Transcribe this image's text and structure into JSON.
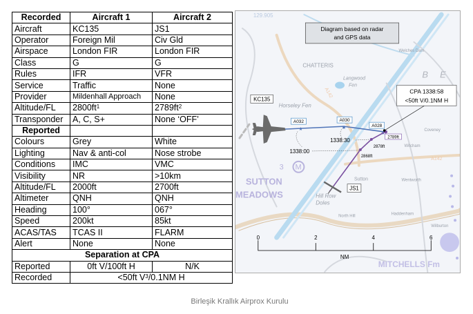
{
  "table": {
    "header": [
      "Recorded",
      "Aircraft 1",
      "Aircraft 2"
    ],
    "recorded_rows": [
      [
        "Aircraft",
        "KC135",
        "JS1"
      ],
      [
        "Operator",
        "Foreign Mil",
        "Civ Gld"
      ],
      [
        "Airspace",
        "London FIR",
        "London FIR"
      ],
      [
        "Class",
        "G",
        "G"
      ],
      [
        "Rules",
        "IFR",
        "VFR"
      ],
      [
        "Service",
        "Traffic",
        "None"
      ],
      [
        "Provider",
        "Mildenhall Approach",
        "None"
      ],
      [
        "Altitude/FL",
        "2800ft",
        "2789ft"
      ],
      [
        "Transponder",
        "A, C, S+",
        "None   ‘OFF’"
      ]
    ],
    "altitude_sup": [
      "1",
      "2"
    ],
    "reported_label": "Reported",
    "reported_rows": [
      [
        "Colours",
        "Grey",
        "White"
      ],
      [
        "Lighting",
        "Nav & anti-col",
        "Nose strobe"
      ],
      [
        "Conditions",
        "IMC",
        "VMC"
      ],
      [
        "Visibility",
        "NR",
        ">10km"
      ],
      [
        "Altitude/FL",
        "2000ft",
        "2700ft"
      ],
      [
        "Altimeter",
        "QNH",
        "QNH"
      ],
      [
        "Heading",
        "100°",
        "067°"
      ],
      [
        "Speed",
        "200kt",
        "85kt"
      ],
      [
        "ACAS/TAS",
        "TCAS II",
        "FLARM"
      ],
      [
        "Alert",
        "None",
        "None"
      ]
    ],
    "separation_title": "Separation at CPA",
    "sep_reported": [
      "Reported",
      "0ft V/100ft H",
      "N/K"
    ],
    "sep_recorded_label": "Recorded",
    "sep_recorded_pre": "<50ft V",
    "sep_recorded_sup": "3",
    "sep_recorded_post": "/0.1NM H"
  },
  "map": {
    "info_box": [
      "Diagram based on radar",
      "and GPS data"
    ],
    "cpa_box": [
      "CPA 1338:58",
      "<50ft V/0.1NM H"
    ],
    "aircraft1_label": "KC135",
    "aircraft2_label": "JS1",
    "alt_labels": [
      "A032",
      "A030",
      "A028"
    ],
    "js1_alt_labels": [
      "2789ft",
      "2878ft",
      "2868ft"
    ],
    "time_labels": [
      "1338:30",
      "1338:00"
    ],
    "place_names": [
      "CHATTERIS",
      "Langwood",
      "Fen",
      "Horseley Fen",
      "SUTTON",
      "MEADOWS",
      "Sutton",
      "Hill Row",
      "Doles",
      "Haddenham",
      "North Hill",
      "MITCHELLS Fm",
      "Witcham",
      "Coveney",
      "Wentworth",
      "Wilburton",
      "A142",
      "A142",
      "Welches Dam",
      "129.905",
      "3",
      "M",
      "B",
      "E"
    ],
    "scale_ticks": [
      "0",
      "2",
      "4",
      "6"
    ],
    "scale_unit": "NM",
    "colors": {
      "kc135_track": "#4f74b8",
      "js1_track": "#7a4fa0"
    }
  },
  "caption": "Birleşik Krallık Airprox Kurulu"
}
